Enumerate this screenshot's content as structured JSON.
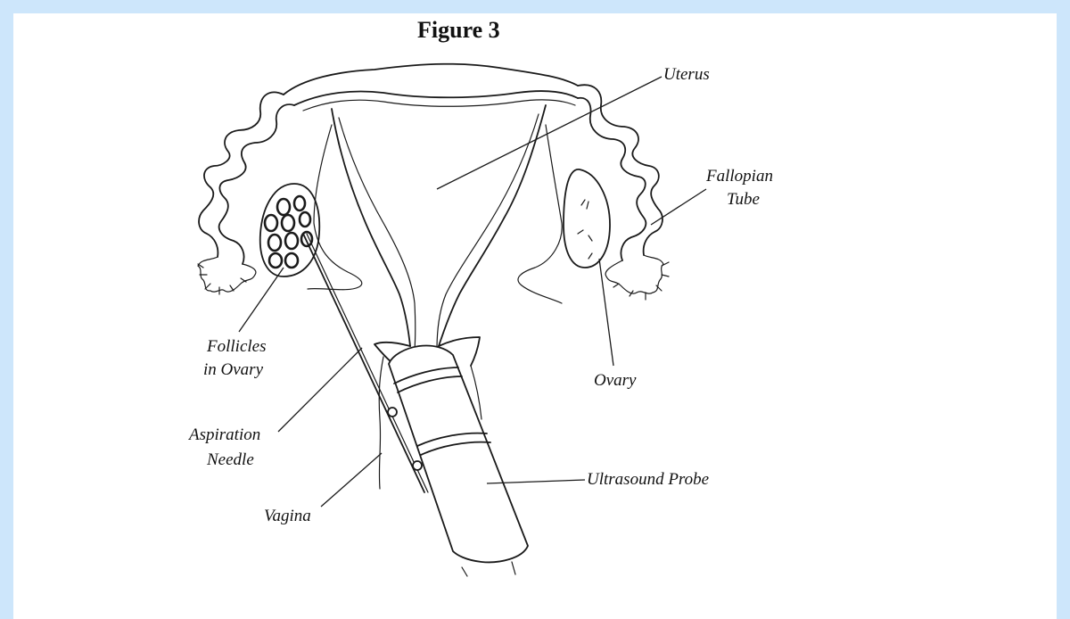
{
  "figure": {
    "title": "Figure 3",
    "labels": {
      "uterus": "Uterus",
      "fallopian_tube_line1": "Fallopian",
      "fallopian_tube_line2": "Tube",
      "follicles_line1": "Follicles",
      "follicles_line2": "in Ovary",
      "ovary": "Ovary",
      "aspiration_line1": "Aspiration",
      "aspiration_line2": "Needle",
      "ultrasound_probe": "Ultrasound Probe",
      "vagina": "Vagina"
    }
  },
  "colors": {
    "frame_background": "#cde6fb",
    "panel_background": "#ffffff",
    "ink": "#1a1a1a"
  }
}
